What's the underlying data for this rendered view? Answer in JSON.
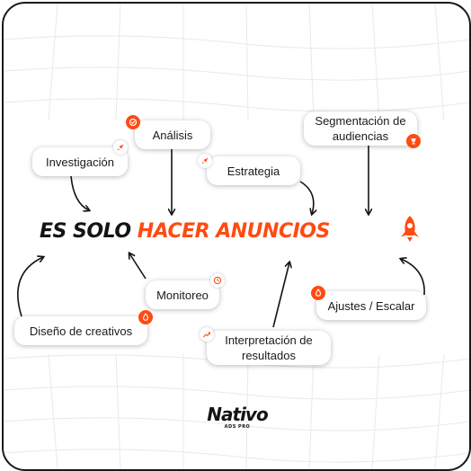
{
  "headline": {
    "part1": "ES SOLO",
    "part2": "HACER ANUNCIOS"
  },
  "labels": {
    "analisis": "Análisis",
    "investigacion": "Investigación",
    "estrategia": "Estrategia",
    "segmentacion_line1": "Segmentación de",
    "segmentacion_line2": "audiencias",
    "monitoreo": "Monitoreo",
    "ajustes": "Ajustes / Escalar",
    "diseno": "Diseño de creativos",
    "interpretacion_line1": "Interpretación de",
    "interpretacion_line2": "resultados"
  },
  "logo": {
    "name": "Nativo",
    "tagline": "ADS PRO"
  },
  "colors": {
    "accent": "#ff4b12",
    "text": "#141414"
  },
  "icons": {
    "analisis": "check-badge-icon",
    "investigacion": "rocket-icon",
    "estrategia": "rocket-icon",
    "segmentacion": "trophy-icon",
    "monitoreo": "clock-icon",
    "ajustes": "flame-icon",
    "diseno": "flame-icon",
    "interpretacion": "chart-icon",
    "headline": "rocket-icon"
  }
}
